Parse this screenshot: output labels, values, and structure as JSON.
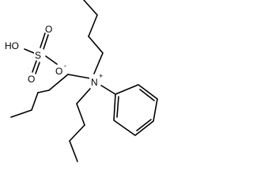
{
  "molecule": {
    "atoms": {
      "hydroxyl": "HO",
      "sulfur": "S",
      "oxygen_top": "O",
      "oxygen_right": "O",
      "oxygen_bottom": "O",
      "oxygen_charge": "-",
      "nitrogen": "N",
      "nitrogen_charge": "+"
    }
  }
}
